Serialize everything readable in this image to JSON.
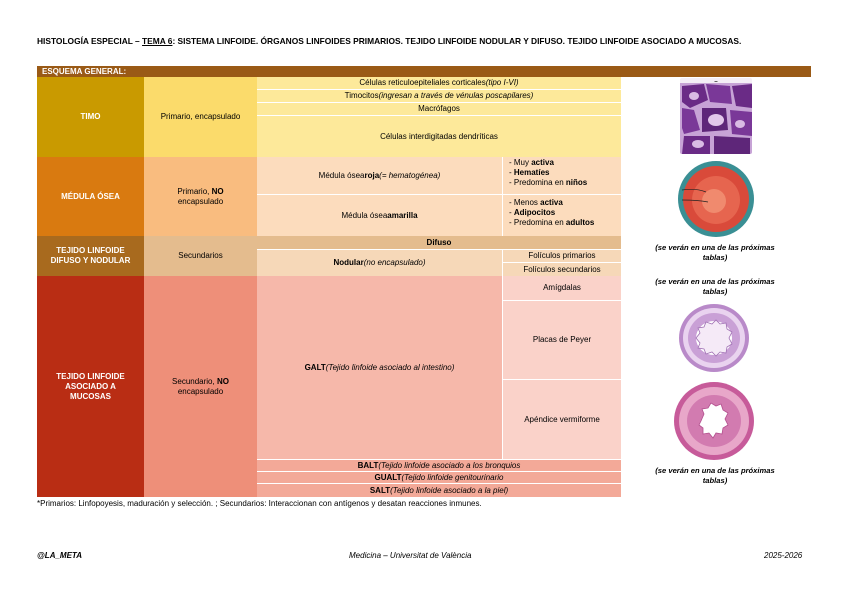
{
  "title": {
    "prefix": "HISTOLOGÍA ESPECIAL – ",
    "tema": "TEMA 6",
    "rest": ": SISTEMA LINFOIDE. ÓRGANOS LINFOIDES PRIMARIOS. TEJIDO LINFOIDE NODULAR Y DIFUSO. TEJIDO LINFOIDE ASOCIADO A MUCOSAS."
  },
  "header_bar": "ESQUEMA GENERAL:",
  "timo": {
    "name": "TIMO",
    "type": "Primario, encapsulado",
    "c1a": "Células reticuloepiteliales corticales ",
    "c1b": "(tipo I-VI)",
    "c2a": "Timocitos ",
    "c2b": "(ingresan a través de vénulas poscapilares)",
    "c3": "Macrófagos",
    "c4": "Células interdigitadas dendríticas"
  },
  "medula": {
    "name": "MÉDULA ÓSEA",
    "type_a": "Primario, ",
    "type_b": "NO",
    "type_c": "encapsulado",
    "roja_a": "Médula ósea ",
    "roja_b": "roja",
    "roja_c": " (= hematogénea)",
    "r1a": "- Muy ",
    "r1b": "activa",
    "r2a": "- ",
    "r2b": "Hematíes",
    "r3a": "- Predomina en ",
    "r3b": "niños",
    "amar_a": "Médula ósea ",
    "amar_b": "amarilla",
    "a1a": "- Menos ",
    "a1b": "activa",
    "a2a": "- ",
    "a2b": "Adipocitos",
    "a3a": "- Predomina en ",
    "a3b": "adultos"
  },
  "difuso": {
    "name1": "TEJIDO LINFOIDE",
    "name2": "DIFUSO Y NODULAR",
    "type": "Secundarios",
    "difuso": "Difuso",
    "nodular_a": "Nodular",
    "nodular_b": " (no encapsulado)",
    "fol1": "Folículos primarios",
    "fol2": "Folículos secundarios"
  },
  "malt": {
    "name1": "TEJIDO LINFOIDE",
    "name2": "ASOCIADO A",
    "name3": "MUCOSAS",
    "type_a": "Secundario, ",
    "type_b": "NO",
    "type_c": "encapsulado",
    "galt_a": "GALT",
    "galt_b": " (Tejido linfoide asociado al intestino)",
    "amig": "Amígdalas",
    "peyer": "Placas de Peyer",
    "apend": "Apéndice vermiforme",
    "balt_a": "BALT",
    "balt_b": " (Tejido linfoide asociado a los bronquios",
    "gualt_a": "GUALT",
    "gualt_b": " (Tejido linfoide genitourinario",
    "salt_a": "SALT",
    "salt_b": " (Tejido linfoide asociado a la piel)"
  },
  "notes": {
    "n1a": "(se verán en una de las próximas",
    "n1b": "tablas)",
    "n2a": "(se verán en una de las próximas",
    "n2b": "tablas)",
    "n3a": "(se verán en una de las próximas",
    "n3b": "tablas)"
  },
  "footnote": "*Primarios: Linfopoyesis, maduración y selección.    ;    Secundarios: Interaccionan con antígenos y desatan reacciones inmunes.",
  "footer": {
    "left": "@LA_META",
    "center": "Medicina – Universitat de València",
    "right": "2025-2026"
  },
  "colors": {
    "brown_bar": "#9a5a16",
    "timo_dark": "#c99a00",
    "timo_mid": "#fbdb6b",
    "timo_light": "#fde99a",
    "medula_dark": "#d97a10",
    "medula_mid": "#f9bc7f",
    "medula_light": "#fcdcbd",
    "difuso_dark": "#a86a1e",
    "difuso_mid": "#e4bc8e",
    "malt_dark": "#b92d14",
    "malt_mid": "#ee8f79",
    "malt_light": "#f6b8aa"
  }
}
